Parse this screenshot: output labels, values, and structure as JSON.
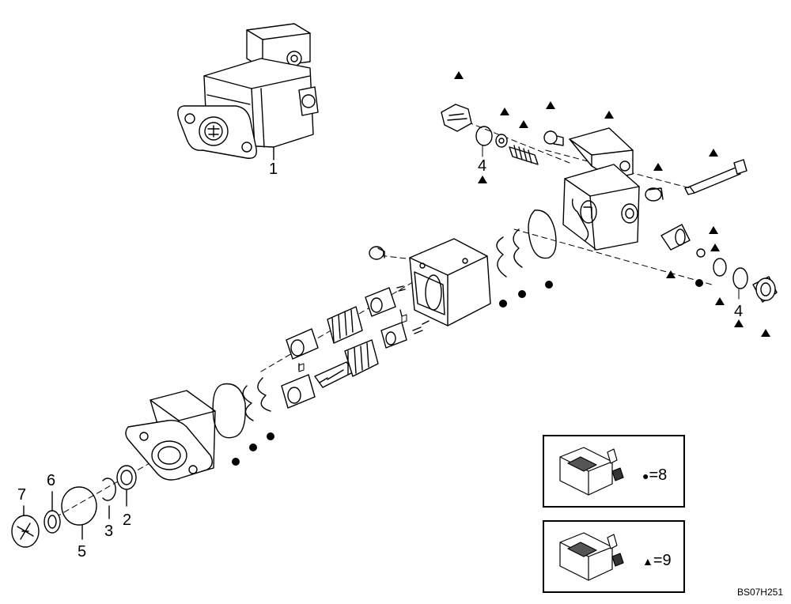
{
  "callouts": {
    "c1": "1",
    "c2": "2",
    "c3": "3",
    "c4a": "4",
    "c4b": "4",
    "c5": "5",
    "c6": "6",
    "c7": "7"
  },
  "legend": {
    "circle_kit": {
      "symbol": "●",
      "text": "=8"
    },
    "triangle_kit": {
      "symbol": "▲",
      "text": "=9"
    }
  },
  "reference_code": "BS07H251",
  "colors": {
    "line": "#000000",
    "background": "#ffffff"
  }
}
